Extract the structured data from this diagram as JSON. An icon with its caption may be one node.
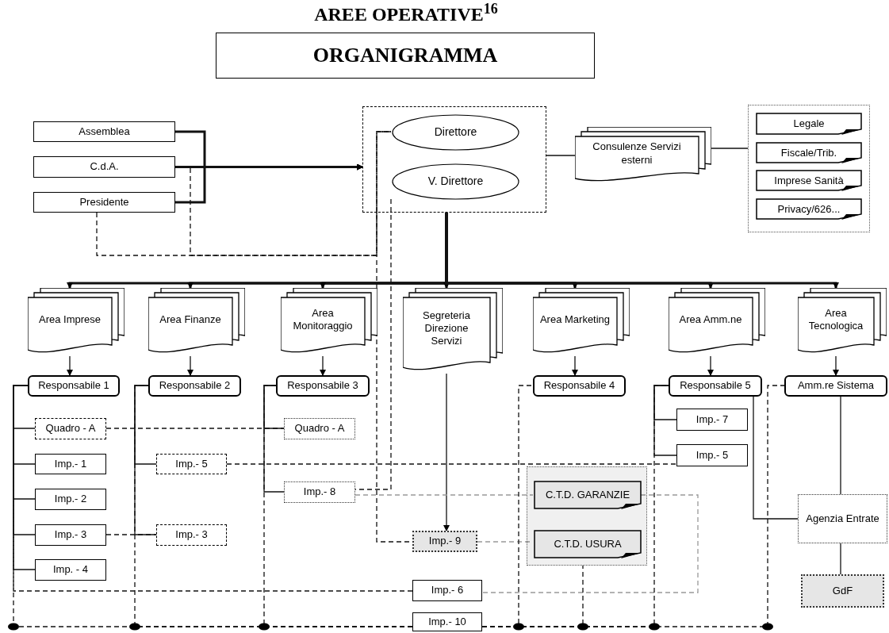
{
  "diagram": {
    "title": "AREE OPERATIVE$^{16}$",
    "nodes": [
      {
        "text": [
          "ORGANIGRAMMA"
        ]
      },
      {
        "text": [
          "Assemblea"
        ]
      },
      {
        "text": [
          "C.d.A."
        ]
      },
      {
        "text": [
          "Presidente"
        ]
      },
      {
        "text": [],
        "shape": "box"
      },
      {
        "text": [
          "Direttore"
        ],
        "in": 4
      },
      {
        "text": [
          "V. Direttore"
        ],
        "in": 4
      },
      {
        "text": [
          "Consulenze Servizi esterni"
        ]
      },
      {
        "text": [],
        "shape": "box"
      },
      {
        "text": [
          "Legale"
        ],
        "in": 8
      },
      {
        "text": [
          "Fiscale/Trib."
        ],
        "in": 8
      },
      {
        "text": [
          "Imprese Sanità"
        ],
        "in": 8
      },
      {
        "text": [
          "Privacy/626..."
        ],
        "in": 8
      },
      {
        "text": [
          "Area Imprese"
        ]
      },
      {
        "text": [
          "Area Finanze"
        ]
      },
      {
        "text": [
          "Area Monitoraggio"
        ]
      },
      {
        "text": [
          "Segreteria Direzione Servizi"
        ]
      },
      {
        "text": [
          "Area Marketing"
        ]
      },
      {
        "text": [
          "Area Amm.ne"
        ]
      },
      {
        "text": [
          "Area Tecnologica"
        ]
      },
      {
        "text": [
          "Responsabile 1"
        ]
      },
      {
        "text": [
          "Responsabile 2"
        ]
      },
      {
        "text": [
          "Responsabile 3"
        ]
      },
      {
        "text": [
          "Responsabile 4"
        ]
      },
      {
        "text": [
          "Responsabile 5"
        ]
      },
      {
        "text": [
          "Amm.re Sistema"
        ]
      },
      {
        "text": [
          "Quadro - A"
        ]
      },
      {
        "text": [
          "Quadro - A"
        ]
      },
      {
        "text": [
          "Imp.- 1"
        ]
      },
      {
        "text": [
          "Imp.- 5"
        ]
      },
      {
        "text": [
          "Imp.- 7"
        ]
      },
      {
        "text": [
          "Imp.- 5"
        ]
      },
      {
        "text": [
          "Imp.- 8"
        ]
      },
      {
        "text": [
          "Imp.- 2"
        ]
      },
      {
        "text": [],
        "shape": "box"
      },
      {
        "text": [
          "C.T.D. GARANZIE"
        ],
        "in": 34
      },
      {
        "text": [
          "C.T.D. USURA"
        ],
        "in": 34
      },
      {
        "text": [
          "Agenzia Entrate"
        ]
      },
      {
        "text": [
          "Imp.- 3"
        ]
      },
      {
        "text": [
          "Imp.- 3"
        ]
      },
      {
        "text": [
          "Imp.- 9"
        ]
      },
      {
        "text": [
          "Imp. - 4"
        ]
      },
      {
        "text": [
          "GdF"
        ]
      },
      {
        "text": [
          "Imp.- 6"
        ]
      },
      {
        "text": [
          "Imp.- 10"
        ]
      }
    ],
    "edges": [
      {
        "from": 1,
        "to": 4,
        "arrow": "to",
        "style": "thick"
      },
      {
        "from": 2,
        "to": 4,
        "arrow": "to",
        "style": "thick"
      },
      {
        "from": 3,
        "to": 4,
        "arrow": "to",
        "style": "thick"
      },
      {
        "from": 2,
        "to": 5,
        "arrow": "none",
        "style": "dashed"
      },
      {
        "from": 3,
        "to": 5,
        "arrow": "none",
        "style": "dashed"
      },
      {
        "from": 4,
        "to": 7,
        "arrow": "none"
      },
      {
        "from": 7,
        "to": 8,
        "arrow": "none"
      },
      {
        "from": 4,
        "to": 13,
        "arrow": "to",
        "style": "thick"
      },
      {
        "from": 4,
        "to": 14,
        "arrow": "to",
        "style": "thick"
      },
      {
        "from": 4,
        "to": 15,
        "arrow": "to",
        "style": "thick"
      },
      {
        "from": 4,
        "to": 16,
        "arrow": "to",
        "style": "thick"
      },
      {
        "from": 4,
        "to": 17,
        "arrow": "to",
        "style": "thick"
      },
      {
        "from": 4,
        "to": 18,
        "arrow": "to",
        "style": "thick"
      },
      {
        "from": 4,
        "to": 19,
        "arrow": "to",
        "style": "thick"
      },
      {
        "from": 13,
        "to": 20,
        "arrow": "to"
      },
      {
        "from": 14,
        "to": 21,
        "arrow": "to"
      },
      {
        "from": 15,
        "to": 22,
        "arrow": "to"
      },
      {
        "from": 17,
        "to": 23,
        "arrow": "to"
      },
      {
        "from": 18,
        "to": 24,
        "arrow": "to"
      },
      {
        "from": 19,
        "to": 25,
        "arrow": "to"
      },
      {
        "from": 16,
        "to": 40,
        "arrow": "to"
      },
      {
        "from": 20,
        "to": 26,
        "arrow": "none"
      },
      {
        "from": 20,
        "to": 28,
        "arrow": "none"
      },
      {
        "from": 20,
        "to": 33,
        "arrow": "none"
      },
      {
        "from": 20,
        "to": 38,
        "arrow": "none"
      },
      {
        "from": 20,
        "to": 41,
        "arrow": "none"
      },
      {
        "from": 21,
        "to": 29,
        "arrow": "none"
      },
      {
        "from": 21,
        "to": 39,
        "arrow": "none"
      },
      {
        "from": 22,
        "to": 27,
        "arrow": "none"
      },
      {
        "from": 22,
        "to": 32,
        "arrow": "none"
      },
      {
        "from": 24,
        "to": 30,
        "arrow": "none"
      },
      {
        "from": 24,
        "to": 31,
        "arrow": "none"
      },
      {
        "from": 24,
        "to": 37,
        "arrow": "none"
      },
      {
        "from": 25,
        "to": 37,
        "arrow": "none"
      },
      {
        "from": 37,
        "to": 42,
        "arrow": "none"
      },
      {
        "from": 26,
        "to": 27,
        "arrow": "none",
        "style": "dashed"
      },
      {
        "from": 29,
        "to": 31,
        "arrow": "none",
        "style": "dashed"
      },
      {
        "from": 38,
        "to": 39,
        "arrow": "none",
        "style": "dashed"
      },
      {
        "from": 6,
        "to": 32,
        "arrow": "none",
        "style": "dashed"
      },
      {
        "from": 5,
        "to": 40,
        "arrow": "none",
        "style": "dashed"
      },
      {
        "from": 32,
        "to": 35,
        "arrow": "none",
        "style": "dashed",
        "color": "#999999"
      },
      {
        "from": 35,
        "to": 43,
        "arrow": "none",
        "style": "dashed",
        "color": "#999999"
      },
      {
        "from": 40,
        "to": 36,
        "arrow": "none",
        "style": "dashed",
        "color": "#999999"
      },
      {
        "from": 43,
        "to": 20,
        "arrow": "none",
        "style": "dashed"
      },
      {
        "from": 44,
        "to": 20,
        "arrow": "none",
        "style": "dashed"
      },
      {
        "from": 44,
        "to": 21,
        "arrow": "none",
        "style": "dashed"
      },
      {
        "from": 44,
        "to": 22,
        "arrow": "none",
        "style": "dashed"
      },
      {
        "from": 44,
        "to": 23,
        "arrow": "none",
        "style": "dashed"
      },
      {
        "from": 44,
        "to": 34,
        "arrow": "none",
        "style": "dashed"
      },
      {
        "from": 44,
        "to": 24,
        "arrow": "none",
        "style": "dashed"
      },
      {
        "from": 44,
        "to": 25,
        "arrow": "none",
        "style": "dashed"
      }
    ]
  }
}
